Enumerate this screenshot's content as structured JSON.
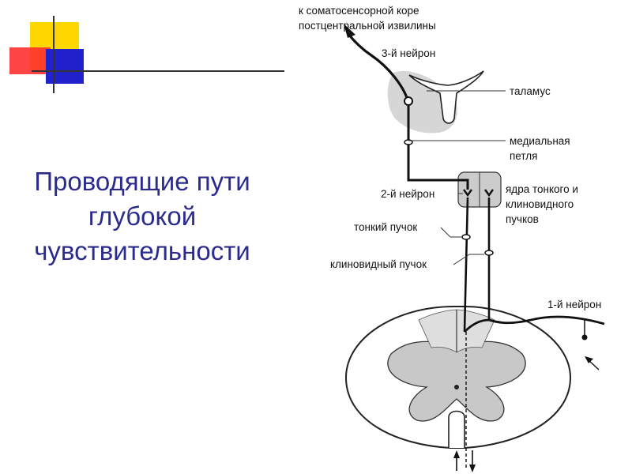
{
  "slide": {
    "title_lines": [
      "Проводящие пути",
      "глубокой",
      "чувствительности"
    ]
  },
  "diagram": {
    "labels": {
      "cortex_line1": "к соматосенсорной коре",
      "cortex_line2": "постцентральной извилины",
      "neuron3": "3-й нейрон",
      "thalamus": "таламус",
      "medial_lemniscus_line1": "медиальная",
      "medial_lemniscus_line2": "петля",
      "neuron2": "2-й нейрон",
      "nuclei_line1": "ядра тонкого и",
      "nuclei_line2": "клиновидного",
      "nuclei_line3": "пучков",
      "gracile_fasciculus": "тонкий пучок",
      "cuneate_fasciculus": "клиновидный пучок",
      "neuron1": "1-й нейрон"
    }
  },
  "colors": {
    "title": "#2b2b8f",
    "deco_yellow": "#ffd700",
    "deco_red": "#ff3030",
    "deco_blue": "#2222cc",
    "shade": "#c8c8c8"
  }
}
